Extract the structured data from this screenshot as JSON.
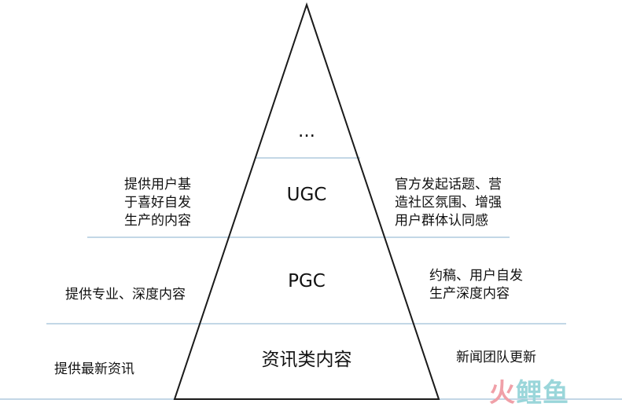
{
  "pyramid": {
    "tiers": [
      {
        "label": "..."
      },
      {
        "label": "UGC"
      },
      {
        "label": "PGC"
      },
      {
        "label": "资讯类内容"
      }
    ]
  },
  "annotations": {
    "ugc_left": [
      "提供用户基",
      "于喜好自发",
      "生产的内容"
    ],
    "ugc_right": [
      "官方发起话题、营",
      "造社区氛围、增强",
      "用户群体认同感"
    ],
    "pgc_left": "提供专业、深度内容",
    "pgc_right": [
      "约稿、用户自发",
      "生产深度内容"
    ],
    "news_left": "提供最新资讯",
    "news_right": "新闻团队更新"
  },
  "watermark": {
    "part1": "火",
    "part2": "鲤鱼"
  },
  "colors": {
    "divider": "#9fbfd6",
    "outline": "#1a1a1a",
    "watermark_red": "#f0a0a8",
    "watermark_cyan": "#9ad6da"
  }
}
